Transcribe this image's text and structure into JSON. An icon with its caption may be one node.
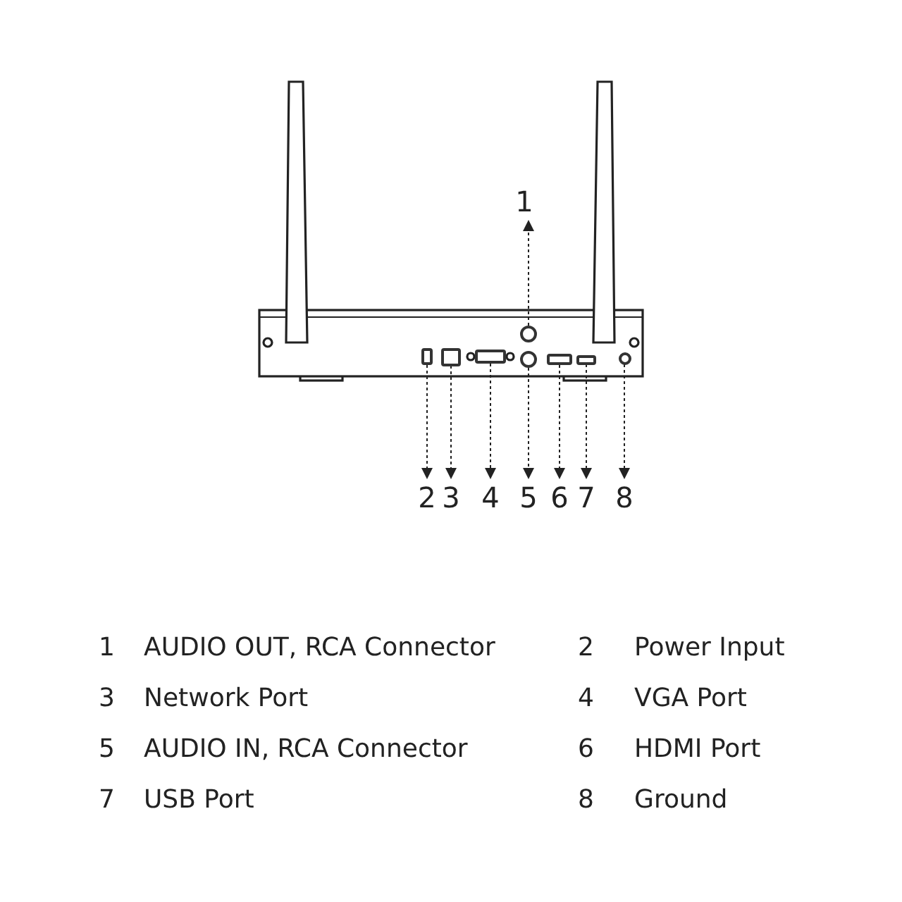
{
  "diagram": {
    "nodes": [
      {
        "text": [
          "1"
        ]
      },
      {
        "text": [
          "2"
        ]
      },
      {
        "text": [
          "3"
        ]
      },
      {
        "text": [
          "4"
        ]
      },
      {
        "text": [
          "5"
        ]
      },
      {
        "text": [
          "6"
        ]
      },
      {
        "text": [
          "7"
        ]
      },
      {
        "text": [
          "8"
        ]
      },
      {
        "text": [],
        "shape": "box"
      },
      {
        "text": [],
        "shape": "box"
      },
      {
        "text": [],
        "shape": "box"
      },
      {
        "text": [],
        "shape": "circle"
      },
      {
        "text": [],
        "shape": "circle"
      },
      {
        "text": [],
        "shape": "box"
      },
      {
        "text": [],
        "shape": "box"
      },
      {
        "text": [],
        "shape": "circle"
      }
    ],
    "edges": [
      {
        "from": 11,
        "to": 0,
        "arrow": "to"
      },
      {
        "from": 8,
        "to": 1,
        "arrow": "to"
      },
      {
        "from": 9,
        "to": 2,
        "arrow": "to"
      },
      {
        "from": 10,
        "to": 3,
        "arrow": "to"
      },
      {
        "from": 12,
        "to": 4,
        "arrow": "to"
      },
      {
        "from": 13,
        "to": 5,
        "arrow": "to"
      },
      {
        "from": 14,
        "to": 6,
        "arrow": "to"
      },
      {
        "from": 15,
        "to": 7,
        "arrow": "to"
      }
    ],
    "labels": [
      "1",
      "AUDIO OUT, RCA Connector",
      "2",
      "Power Input",
      "3",
      "Network Port",
      "4",
      "VGA Port",
      "5",
      "AUDIO IN, RCA Connector",
      "6",
      "HDMI Port",
      "7",
      "USB Port",
      "8",
      "Ground"
    ]
  }
}
